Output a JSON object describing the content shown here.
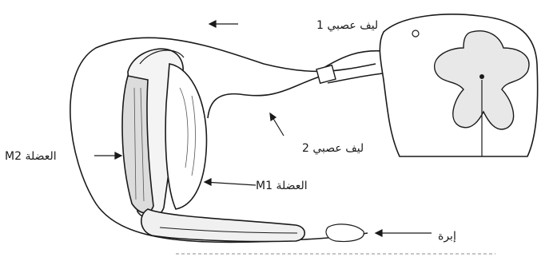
{
  "labels": {
    "fiber1": "ليف عصبي 1",
    "fiber2": "ليف عصبي 2",
    "muscle_m1": "العضلة M1",
    "muscle_m2": "العضلة M2",
    "needle": "إبرة"
  },
  "colors": {
    "ink": "#1a1a1a",
    "paper": "#ffffff",
    "stipple": "#555555"
  }
}
